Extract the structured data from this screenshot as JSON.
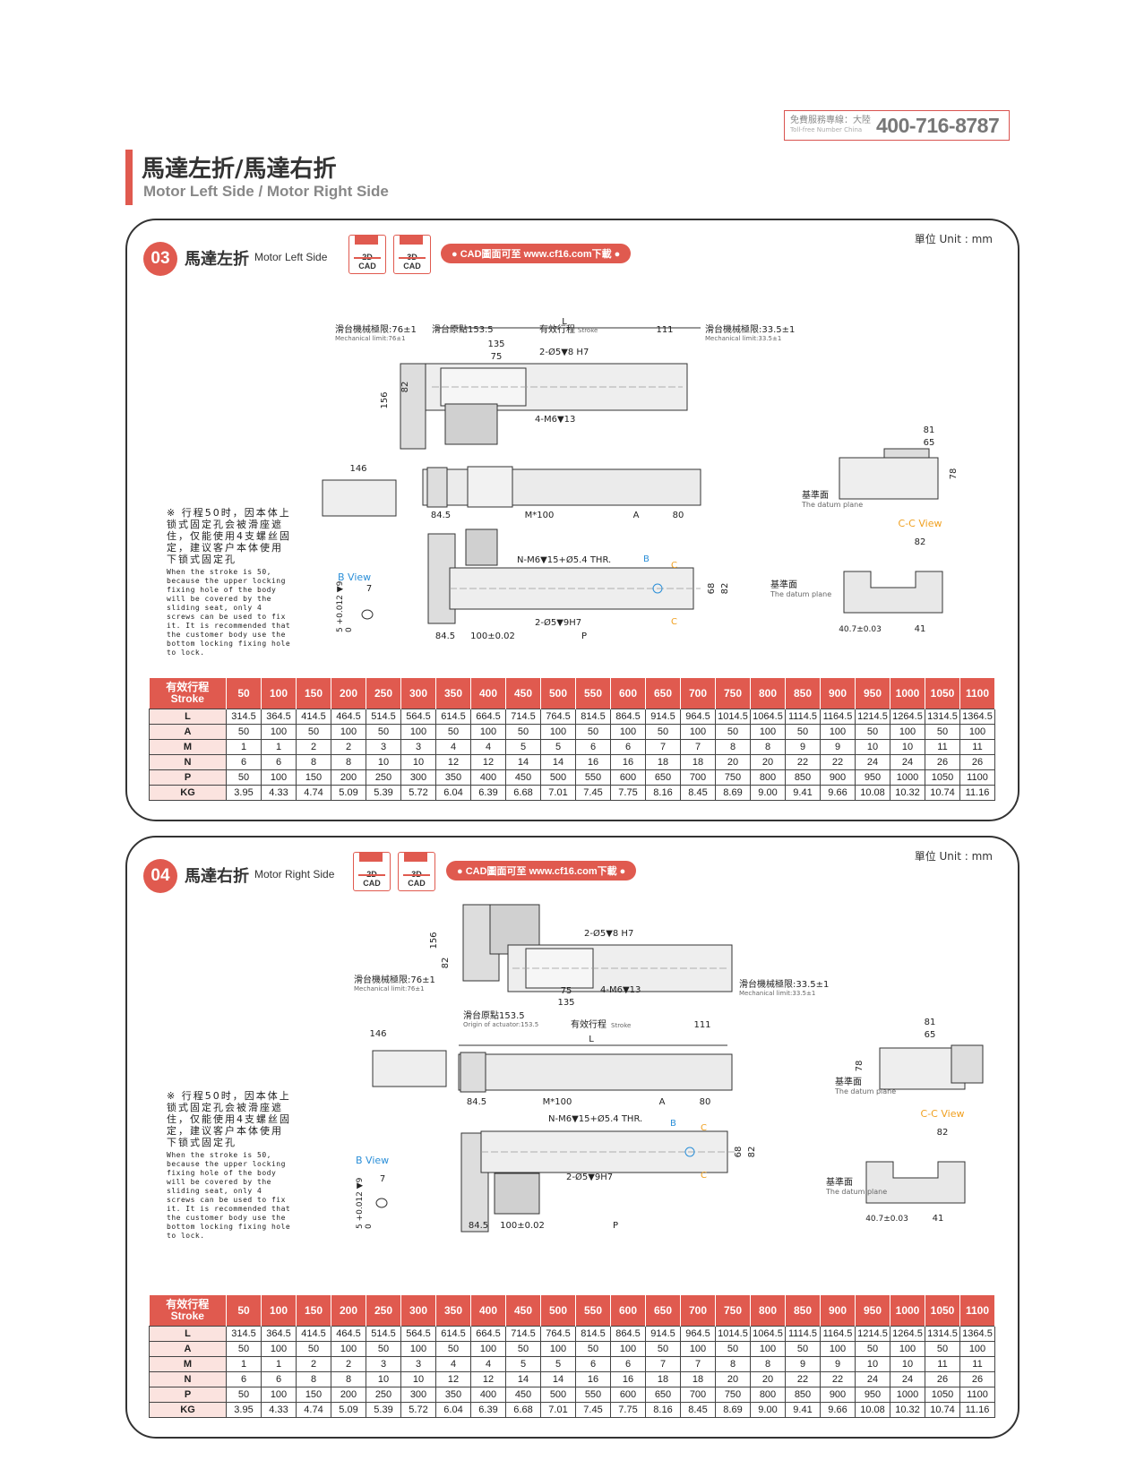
{
  "hotline": {
    "label_cn": "免費服務專線：大陸",
    "label_en": "Toll-free Number",
    "region_en": "China",
    "number": "400-716-8787"
  },
  "page": {
    "title_cn": "馬達左折/馬達右折",
    "title_en": "Motor Left Side / Motor Right Side"
  },
  "sections": [
    {
      "number": "03",
      "title_cn": "馬達左折",
      "title_en": "Motor Left Side",
      "unit": "單位 Unit : mm",
      "cad2d": [
        "2D",
        "CAD"
      ],
      "cad3d": [
        "3D",
        "CAD"
      ],
      "download": "● CAD圖面可至 www.cf16.com下載 ●",
      "note_cn": "※ 行程50时，因本体上锁式固定孔会被滑座遮住，仅能使用4支螺丝固定，建议客户本体使用下锁式固定孔",
      "note_en": "When the stroke is 50, because the upper locking fixing hole of the body will be covered by the sliding seat, only 4 screws can be used to fix it. It is recommended that the customer body use the bottom locking fixing hole to lock."
    },
    {
      "number": "04",
      "title_cn": "馬達右折",
      "title_en": "Motor Right Side",
      "unit": "單位 Unit : mm",
      "cad2d": [
        "2D",
        "CAD"
      ],
      "cad3d": [
        "3D",
        "CAD"
      ],
      "download": "● CAD圖面可至 www.cf16.com下載 ●",
      "note_cn": "※ 行程50时，因本体上锁式固定孔会被滑座遮住，仅能使用4支螺丝固定，建议客户本体使用下锁式固定孔",
      "note_en": "When the stroke is 50, because the upper locking fixing hole of the body will be covered by the sliding seat, only 4 screws can be used to fix it. It is recommended that the customer body use the bottom locking fixing hole to lock."
    }
  ],
  "drawing_labels": {
    "L": "L",
    "mech_left": "滑台機械極限:76±1",
    "mech_left_en": "Mechanical limit:76±1",
    "origin": "滑台原點153.5",
    "origin_en": "Origin of actuator:153.5",
    "stroke": "有效行程",
    "stroke_en": "Stroke",
    "mech_right": "滑台機械極限:33.5±1",
    "mech_right_en": "Mechanical limit:33.5±1",
    "d111": "111",
    "d135": "135",
    "d75": "75",
    "hole_top": "2-Ø5▼8 H7",
    "hole_m6": "4-M6▼13",
    "d156": "156",
    "d82": "82",
    "d146": "146",
    "d81": "81",
    "d65": "65",
    "d78": "78",
    "datum_cn": "基準面",
    "datum_en": "The datum plane",
    "cc_view": "C-C View",
    "b_view": "B View",
    "d845": "84.5",
    "m100": "M*100",
    "A": "A",
    "d80": "80",
    "n_m6": "N-M6▼15+Ø5.4 THR.",
    "B": "B",
    "C": "C",
    "d68": "68",
    "hole_bot": "2-Ø5▼9H7",
    "d100": "100±0.02",
    "P": "P",
    "tol": "5 +0.012 ▼9",
    "tol0": "0",
    "d7": "7",
    "d407": "40.7±0.03",
    "d41": "41"
  },
  "table": {
    "stroke_cn": "有效行程",
    "stroke_en": "Stroke",
    "strokes": [
      "50",
      "100",
      "150",
      "200",
      "250",
      "300",
      "350",
      "400",
      "450",
      "500",
      "550",
      "600",
      "650",
      "700",
      "750",
      "800",
      "850",
      "900",
      "950",
      "1000",
      "1050",
      "1100"
    ],
    "rows": [
      {
        "label": "L",
        "values": [
          "314.5",
          "364.5",
          "414.5",
          "464.5",
          "514.5",
          "564.5",
          "614.5",
          "664.5",
          "714.5",
          "764.5",
          "814.5",
          "864.5",
          "914.5",
          "964.5",
          "1014.5",
          "1064.5",
          "1114.5",
          "1164.5",
          "1214.5",
          "1264.5",
          "1314.5",
          "1364.5"
        ]
      },
      {
        "label": "A",
        "values": [
          "50",
          "100",
          "50",
          "100",
          "50",
          "100",
          "50",
          "100",
          "50",
          "100",
          "50",
          "100",
          "50",
          "100",
          "50",
          "100",
          "50",
          "100",
          "50",
          "100",
          "50",
          "100"
        ]
      },
      {
        "label": "M",
        "values": [
          "1",
          "1",
          "2",
          "2",
          "3",
          "3",
          "4",
          "4",
          "5",
          "5",
          "6",
          "6",
          "7",
          "7",
          "8",
          "8",
          "9",
          "9",
          "10",
          "10",
          "11",
          "11"
        ]
      },
      {
        "label": "N",
        "values": [
          "6",
          "6",
          "8",
          "8",
          "10",
          "10",
          "12",
          "12",
          "14",
          "14",
          "16",
          "16",
          "18",
          "18",
          "20",
          "20",
          "22",
          "22",
          "24",
          "24",
          "26",
          "26"
        ]
      },
      {
        "label": "P",
        "values": [
          "50",
          "100",
          "150",
          "200",
          "250",
          "300",
          "350",
          "400",
          "450",
          "500",
          "550",
          "600",
          "650",
          "700",
          "750",
          "800",
          "850",
          "900",
          "950",
          "1000",
          "1050",
          "1100"
        ]
      },
      {
        "label": "KG",
        "values": [
          "3.95",
          "4.33",
          "4.74",
          "5.09",
          "5.39",
          "5.72",
          "6.04",
          "6.39",
          "6.68",
          "7.01",
          "7.45",
          "7.75",
          "8.16",
          "8.45",
          "8.69",
          "9.00",
          "9.41",
          "9.66",
          "10.08",
          "10.32",
          "10.74",
          "11.16"
        ]
      }
    ]
  },
  "colors": {
    "accent": "#e05a4f",
    "label_bg": "#fbe3df",
    "blue": "#2b8fd8",
    "orange": "#f0a020"
  }
}
